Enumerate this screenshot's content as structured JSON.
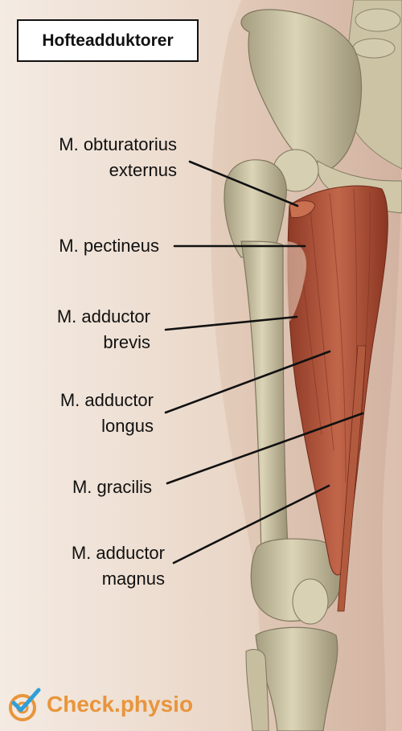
{
  "title": "Hofteadduktorer",
  "labels": [
    {
      "id": "obturatorius",
      "lines": [
        "M. obturatorius",
        "externus"
      ]
    },
    {
      "id": "pectineus",
      "lines": [
        "M. pectineus"
      ]
    },
    {
      "id": "adductor-brevis",
      "lines": [
        "M. adductor",
        "brevis"
      ]
    },
    {
      "id": "adductor-longus",
      "lines": [
        "M. adductor",
        "longus"
      ]
    },
    {
      "id": "gracilis",
      "lines": [
        "M. gracilis"
      ]
    },
    {
      "id": "adductor-magnus",
      "lines": [
        "M. adductor",
        "magnus"
      ]
    }
  ],
  "logo": {
    "text": "Check.physio",
    "icon": "checkmark-target-icon"
  },
  "colors": {
    "bone": "#cfc6a6",
    "muscle": "#b8553a",
    "skin": "#e9d7c8",
    "background": "#f2e6dc",
    "logo": "#e8953b",
    "check": "#2f9fd8"
  }
}
